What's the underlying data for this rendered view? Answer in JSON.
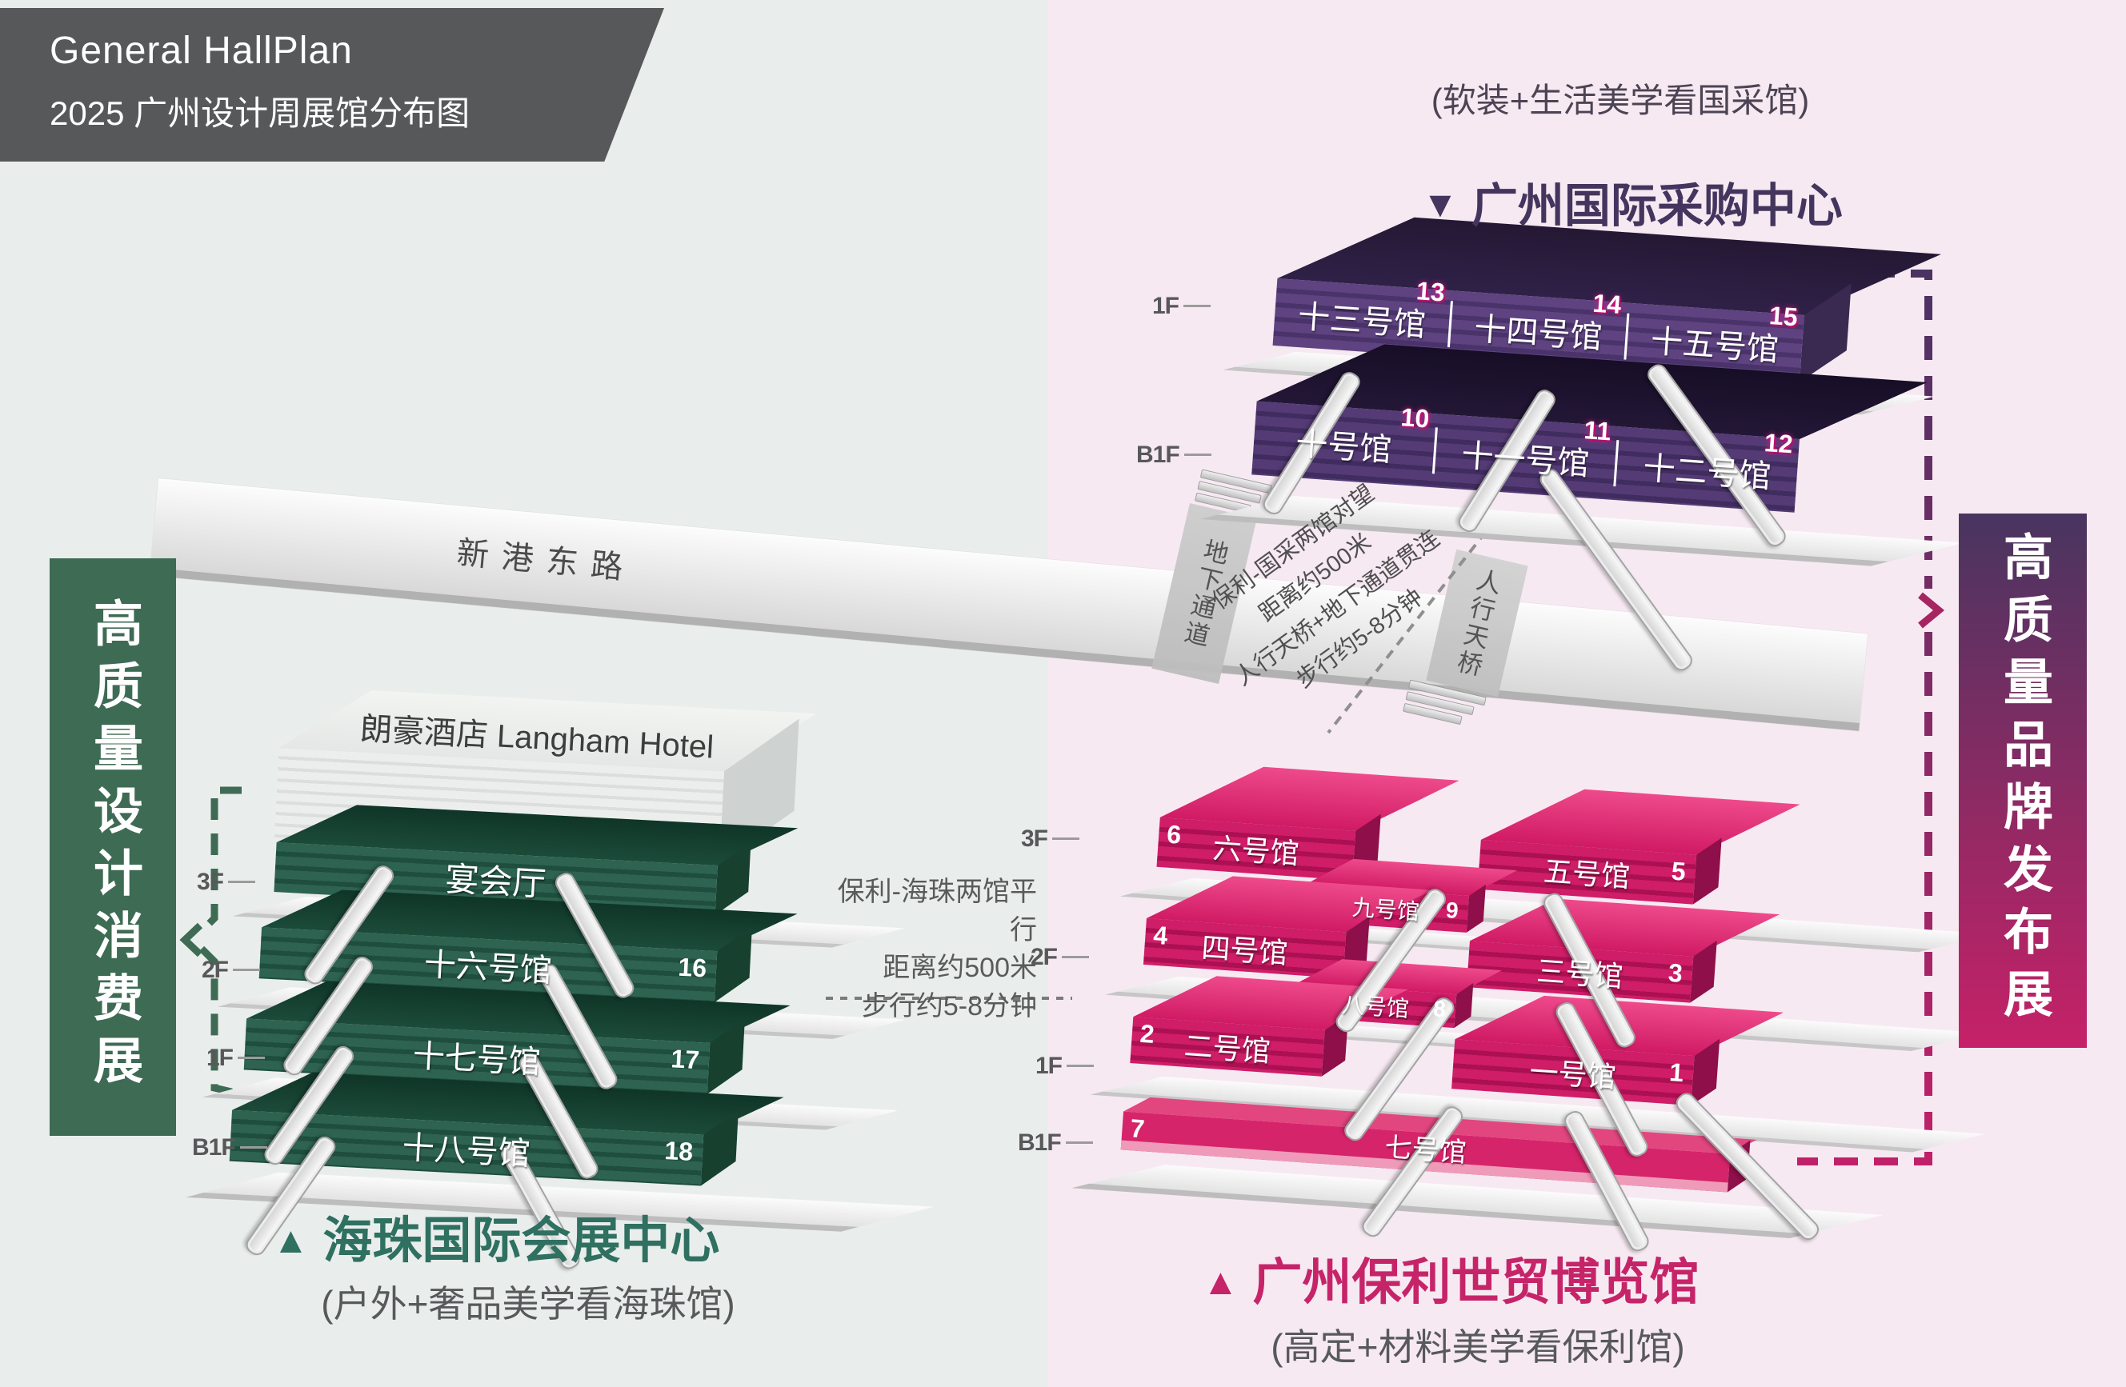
{
  "title": {
    "line1": "General HallPlan",
    "line2": "2025 广州设计周展馆分布图"
  },
  "banners": {
    "left": "高质量设计消费展",
    "right": "高质量品牌发布展"
  },
  "road": {
    "name": "新港东路"
  },
  "crossings": {
    "underpass": "地下通道",
    "footbridge": "人行天桥"
  },
  "annotations": {
    "guocai_poly": {
      "line1": "保利-国采两馆对望",
      "line2": "距离约500米",
      "line3": "人行天桥+地下通道贯连",
      "line4": "步行约5-8分钟"
    },
    "poly_haizhu": {
      "line1": "保利-海珠两馆平行",
      "line2": "距离约500米",
      "line3": "步行约5-8分钟"
    }
  },
  "venues": {
    "guocai": {
      "marker": "▼",
      "title": "广州国际采购中心",
      "subtitle": "(软装+生活美学看国采馆)",
      "floors": {
        "f1": "1F",
        "b1": "B1F"
      },
      "halls": {
        "h13": {
          "name": "十三号馆",
          "num": "13"
        },
        "h14": {
          "name": "十四号馆",
          "num": "14"
        },
        "h15": {
          "name": "十五号馆",
          "num": "15"
        },
        "h10": {
          "name": "十号馆",
          "num": "10"
        },
        "h11": {
          "name": "十一号馆",
          "num": "11"
        },
        "h12": {
          "name": "十二号馆",
          "num": "12"
        }
      }
    },
    "haizhu": {
      "marker": "▲",
      "title": "海珠国际会展中心",
      "subtitle": "(户外+奢品美学看海珠馆)",
      "hotel": "朗豪酒店 Langham Hotel",
      "banquet": "宴会厅",
      "floors": {
        "f3": "3F",
        "f2": "2F",
        "f1": "1F",
        "b1": "B1F"
      },
      "halls": {
        "h16": {
          "name": "十六号馆",
          "num": "16"
        },
        "h17": {
          "name": "十七号馆",
          "num": "17"
        },
        "h18": {
          "name": "十八号馆",
          "num": "18"
        }
      }
    },
    "poly": {
      "marker": "▲",
      "title": "广州保利世贸博览馆",
      "subtitle": "(高定+材料美学看保利馆)",
      "floors": {
        "f3": "3F",
        "f2": "2F",
        "f1": "1F",
        "b1": "B1F"
      },
      "halls": {
        "h1": {
          "name": "一号馆",
          "num": "1"
        },
        "h2": {
          "name": "二号馆",
          "num": "2"
        },
        "h3": {
          "name": "三号馆",
          "num": "3"
        },
        "h4": {
          "name": "四号馆",
          "num": "4"
        },
        "h5": {
          "name": "五号馆",
          "num": "5"
        },
        "h6": {
          "name": "六号馆",
          "num": "6"
        },
        "h7": {
          "name": "七号馆",
          "num": "7"
        },
        "h8": {
          "name": "八号馆",
          "num": "8"
        },
        "h9": {
          "name": "九号馆",
          "num": "9"
        }
      }
    }
  },
  "colors": {
    "bg_left": "#e9eeec",
    "bg_right": "#f7e9f2",
    "guocai_accent": "#44355e",
    "poly_accent": "#c62469",
    "haizhu_accent": "#2f7061",
    "banner_left": "#3e6b54",
    "banner_right_top": "#483560",
    "banner_right_bottom": "#c62168"
  }
}
